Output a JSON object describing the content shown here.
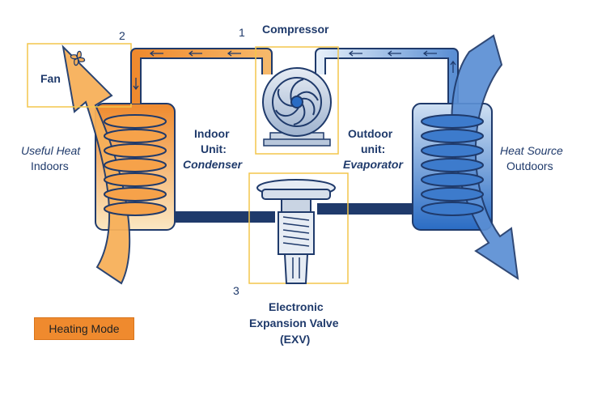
{
  "labels": {
    "compressor": "Compressor",
    "fan": "Fan",
    "useful_heat": "Useful Heat",
    "indoors": "Indoors",
    "indoor_unit": "Indoor",
    "indoor_unit_2": "Unit:",
    "condenser": "Condenser",
    "outdoor_unit": "Outdoor",
    "outdoor_unit_2": "unit:",
    "evaporator": "Evaporator",
    "heat_source": "Heat Source",
    "outdoors": "Outdoors",
    "exv_1": "Electronic",
    "exv_2": "Expansion Valve",
    "exv_3": "(EXV)"
  },
  "numbers": {
    "n1": "1",
    "n2": "2",
    "n3": "3"
  },
  "mode": {
    "label": "Heating Mode"
  },
  "colors": {
    "hot": "#ef8a2e",
    "hot_light": "#f6c98a",
    "cold": "#2a6cc4",
    "cold_light": "#cfe0f3",
    "outline": "#1f3a6b",
    "highlight_box": "#f3c64b"
  }
}
